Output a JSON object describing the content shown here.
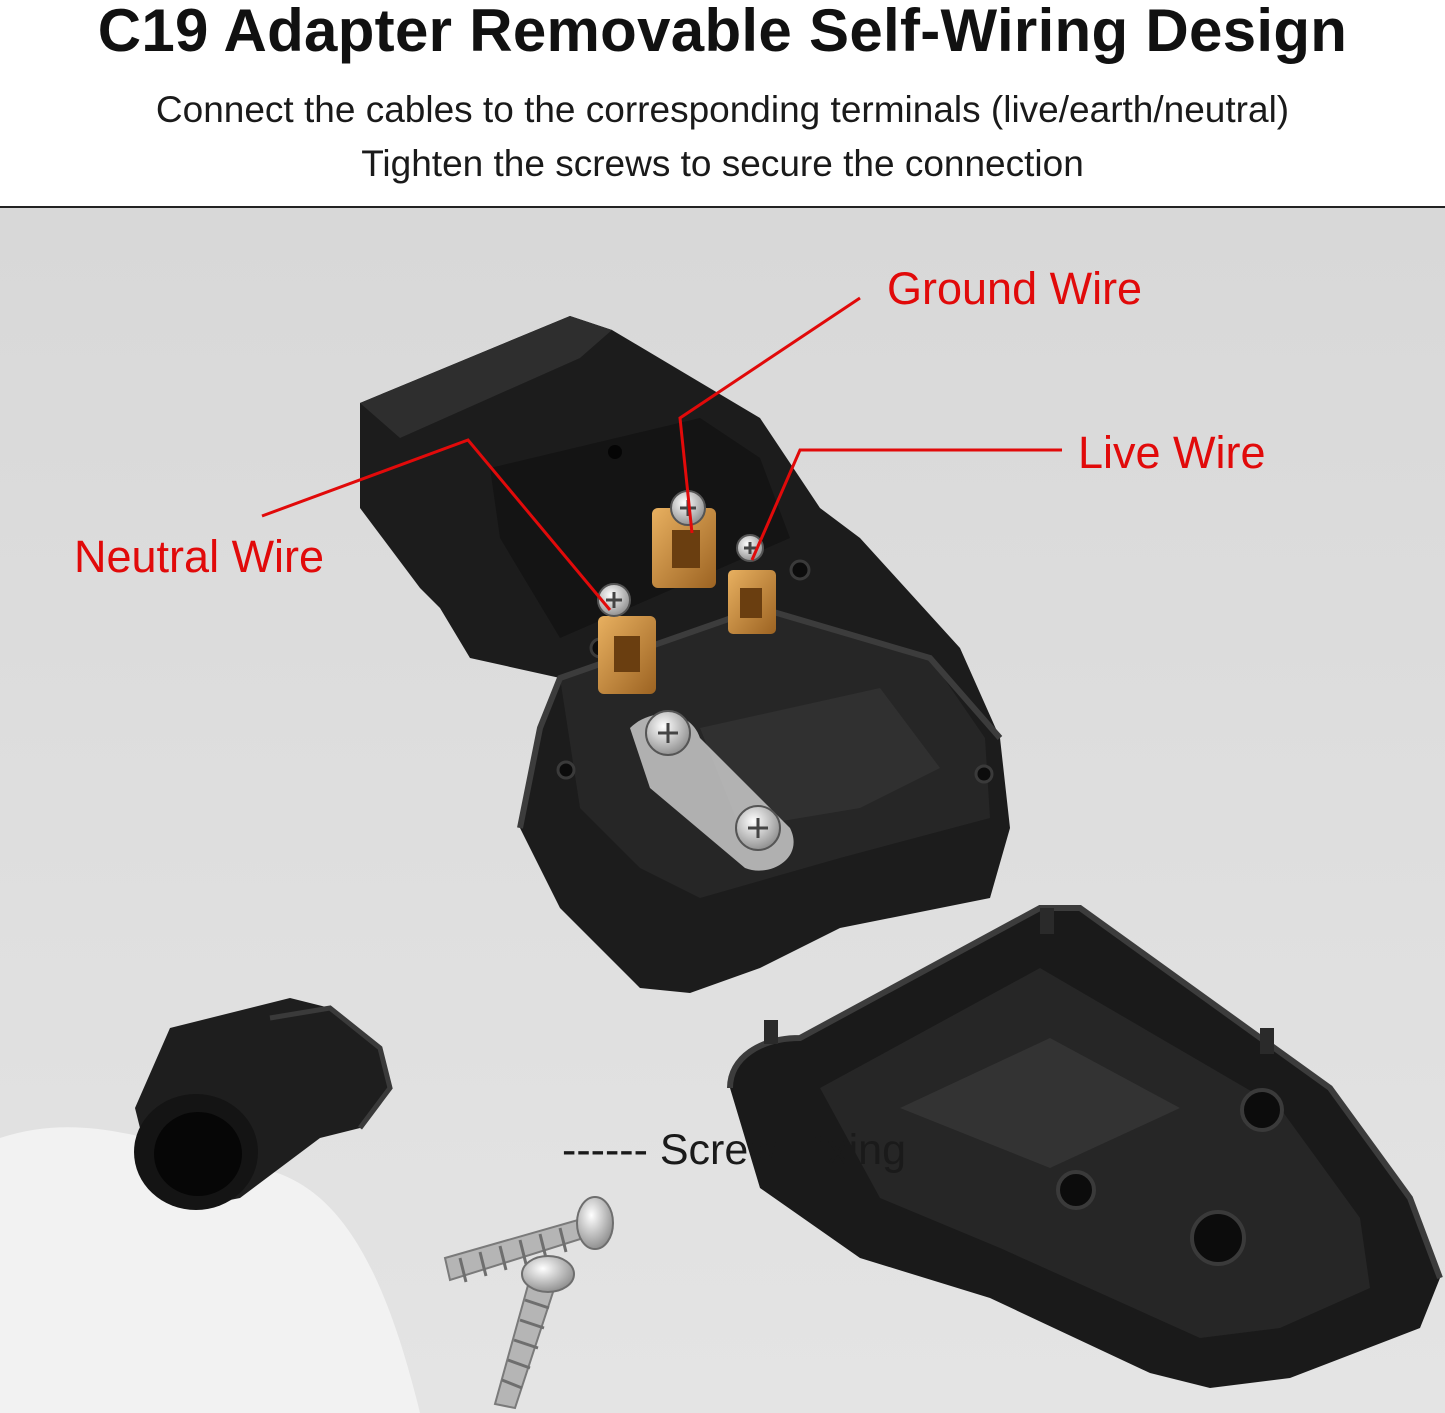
{
  "header": {
    "title": "C19 Adapter Removable Self-Wiring Design",
    "subtitle_line1": "Connect the cables to the corresponding terminals (live/earth/neutral)",
    "subtitle_line2": "Tighten the screws to secure the connection"
  },
  "callouts": {
    "ground": "Ground Wire",
    "live": "Live Wire",
    "neutral": "Neutral Wire",
    "screw": "------ Screw Fixing"
  },
  "colors": {
    "callout_red": "#e10a0a",
    "background_gray": "#dcdcdc",
    "plastic_black": "#1c1c1c",
    "brass_terminal": "#c8893a"
  }
}
